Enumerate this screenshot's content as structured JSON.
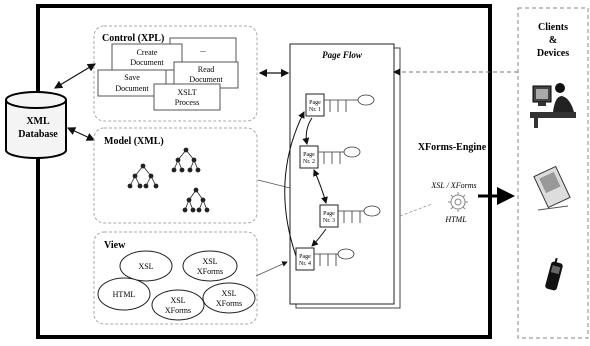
{
  "database": {
    "label_line1": "XML",
    "label_line2": "Database"
  },
  "control": {
    "title": "Control (XPL)",
    "cards": [
      {
        "line1": "...",
        "line2": ""
      },
      {
        "line1": "Create",
        "line2": "Document"
      },
      {
        "line1": "Save",
        "line2": "Document"
      },
      {
        "line1": "Read",
        "line2": "Document"
      },
      {
        "line1": "XSLT",
        "line2": "Process"
      }
    ]
  },
  "model": {
    "title": "Model (XML)"
  },
  "view": {
    "title": "View",
    "bubbles": [
      {
        "line1": "XSL",
        "line2": ""
      },
      {
        "line1": "XSL",
        "line2": "XForms"
      },
      {
        "line1": "HTML",
        "line2": ""
      },
      {
        "line1": "XSL",
        "line2": "XForms"
      },
      {
        "line1": "XSL",
        "line2": "XForms"
      }
    ]
  },
  "page_flow": {
    "title": "Page Flow",
    "pages": [
      {
        "line1": "Page",
        "line2": "Nr. 1"
      },
      {
        "line1": "Page",
        "line2": "Nr. 2"
      },
      {
        "line1": "Page",
        "line2": "Nr. 3"
      },
      {
        "line1": "Page",
        "line2": "Nr. 4"
      }
    ]
  },
  "xforms_engine": {
    "title": "XForms-Engine",
    "line1": "XSL / XForms",
    "line2": "HTML",
    "icon": "gear-icon"
  },
  "clients": {
    "title_line1": "Clients",
    "title_line2": "&",
    "title_line3": "Devices",
    "devices": [
      "desktop-user-icon",
      "pda-icon",
      "mobile-phone-icon"
    ]
  }
}
